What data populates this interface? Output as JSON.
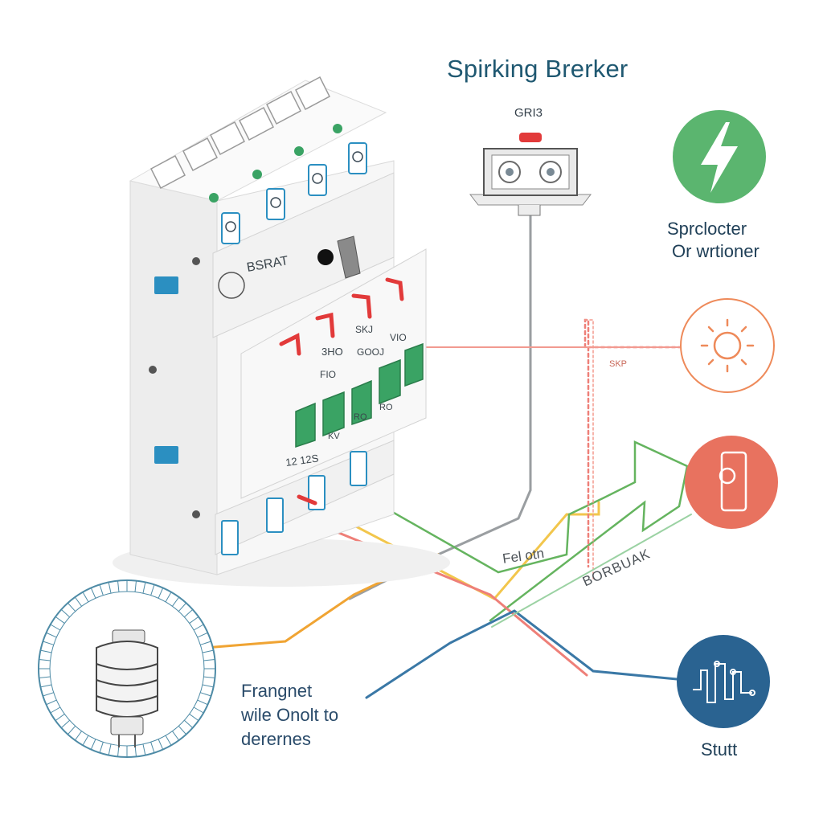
{
  "title": "Spirking Brerker",
  "grid_device": {
    "label": "GRI3"
  },
  "breaker": {
    "brand": "BSRAT",
    "pole_labels": [
      "3HO",
      "SKJ",
      "GOOJ",
      "FIO",
      "VIO"
    ],
    "slot_labels": [
      "KV",
      "RO",
      "RO"
    ],
    "number_label": "12 12S"
  },
  "right_icons": {
    "lightning": {
      "icon": "lightning-icon",
      "color": "#5bb56f",
      "labels": [
        "Sprclocter",
        "Or wrtioner"
      ]
    },
    "sun": {
      "icon": "sun-icon",
      "color": "#ee8a5a"
    },
    "socket": {
      "icon": "socket-icon",
      "color": "#e8725f"
    },
    "circuit": {
      "icon": "circuit-icon",
      "color": "#2a6391",
      "label": "Stutt"
    }
  },
  "small_label": "SKP",
  "wire_labels": {
    "a": "Fel otn",
    "b": "BORBUAK"
  },
  "component": {
    "icon": "inductor-coil-icon",
    "caption": [
      "Frangnet",
      "wile Onolt to",
      "derernes"
    ]
  },
  "colors": {
    "title": "#1f5871",
    "orange_wire": "#f0a433",
    "green_wire": "#65b45f",
    "red_wire": "#ee7f78",
    "blue_wire": "#3a78a6",
    "grey_wire": "#9a9ea1",
    "accent_red": "#e23a3a",
    "accent_green": "#3aa364",
    "terminal_blue": "#2b8fc1"
  }
}
